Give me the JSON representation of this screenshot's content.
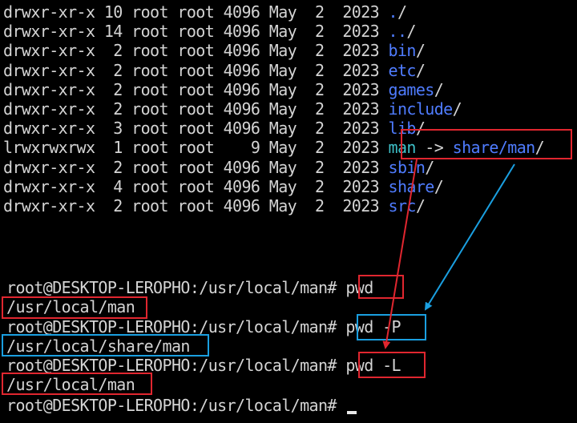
{
  "listing": [
    {
      "perms": "drwxr-xr-x",
      "links": "10",
      "owner": "root",
      "group": "root",
      "size": "4096",
      "month": "May",
      "day": "2",
      "year": "2023",
      "name": "./",
      "kind": "dir"
    },
    {
      "perms": "drwxr-xr-x",
      "links": "14",
      "owner": "root",
      "group": "root",
      "size": "4096",
      "month": "May",
      "day": "2",
      "year": "2023",
      "name": "../",
      "kind": "dir"
    },
    {
      "perms": "drwxr-xr-x",
      "links": "2",
      "owner": "root",
      "group": "root",
      "size": "4096",
      "month": "May",
      "day": "2",
      "year": "2023",
      "name": "bin/",
      "kind": "dir"
    },
    {
      "perms": "drwxr-xr-x",
      "links": "2",
      "owner": "root",
      "group": "root",
      "size": "4096",
      "month": "May",
      "day": "2",
      "year": "2023",
      "name": "etc/",
      "kind": "dir"
    },
    {
      "perms": "drwxr-xr-x",
      "links": "2",
      "owner": "root",
      "group": "root",
      "size": "4096",
      "month": "May",
      "day": "2",
      "year": "2023",
      "name": "games/",
      "kind": "dir"
    },
    {
      "perms": "drwxr-xr-x",
      "links": "2",
      "owner": "root",
      "group": "root",
      "size": "4096",
      "month": "May",
      "day": "2",
      "year": "2023",
      "name": "include/",
      "kind": "dir"
    },
    {
      "perms": "drwxr-xr-x",
      "links": "3",
      "owner": "root",
      "group": "root",
      "size": "4096",
      "month": "May",
      "day": "2",
      "year": "2023",
      "name": "lib/",
      "kind": "dir"
    },
    {
      "perms": "lrwxrwxrwx",
      "links": "1",
      "owner": "root",
      "group": "root",
      "size": "9",
      "month": "May",
      "day": "2",
      "year": "2023",
      "name": "man",
      "arrow": "->",
      "target": "share/man/",
      "kind": "link"
    },
    {
      "perms": "drwxr-xr-x",
      "links": "2",
      "owner": "root",
      "group": "root",
      "size": "4096",
      "month": "May",
      "day": "2",
      "year": "2023",
      "name": "sbin/",
      "kind": "dir"
    },
    {
      "perms": "drwxr-xr-x",
      "links": "4",
      "owner": "root",
      "group": "root",
      "size": "4096",
      "month": "May",
      "day": "2",
      "year": "2023",
      "name": "share/",
      "kind": "dir"
    },
    {
      "perms": "drwxr-xr-x",
      "links": "2",
      "owner": "root",
      "group": "root",
      "size": "4096",
      "month": "May",
      "day": "2",
      "year": "2023",
      "name": "src/",
      "kind": "dir"
    }
  ],
  "session": {
    "prompt": "root@DESKTOP-LEROPHO:/usr/local/man#",
    "cmd1": "pwd",
    "out1": "/usr/local/man",
    "cmd2": "pwd -P",
    "out2": "/usr/local/share/man",
    "cmd3": "pwd -L",
    "out3": "/usr/local/man"
  },
  "colors": {
    "background": "#000000",
    "text": "#d4d4d4",
    "directory": "#4f7cff",
    "symlink": "#3ec0c8",
    "annotation_red": "#e0262f",
    "annotation_blue": "#1a9fe0"
  }
}
